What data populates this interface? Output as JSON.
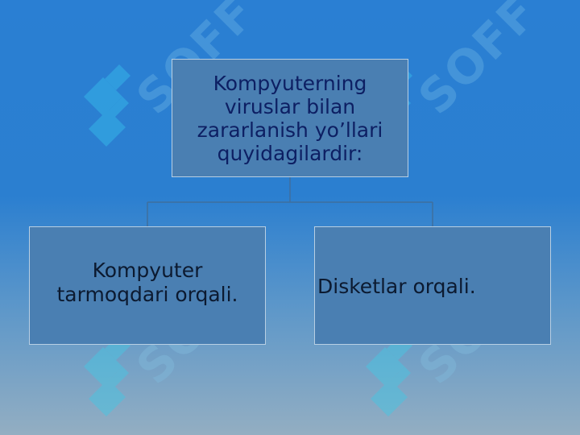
{
  "diagram": {
    "root": {
      "text": "Kompyuterning\nviruslar bilan\nzararlanish yo’llari\nquyidagilardir:"
    },
    "children": [
      {
        "text": "Kompyuter\ntarmoqdari orqali."
      },
      {
        "text": "Disketlar orqali."
      }
    ]
  },
  "watermark": {
    "text": "SOFF"
  },
  "colors": {
    "background_top": "#2a7fd3",
    "background_bottom": "#93aec2",
    "box_fill": "#4a7fb2",
    "box_border": "#b8cfe3",
    "root_text": "#0d1f63",
    "child_text": "#0c1a30",
    "connector": "#3f6f9e"
  }
}
